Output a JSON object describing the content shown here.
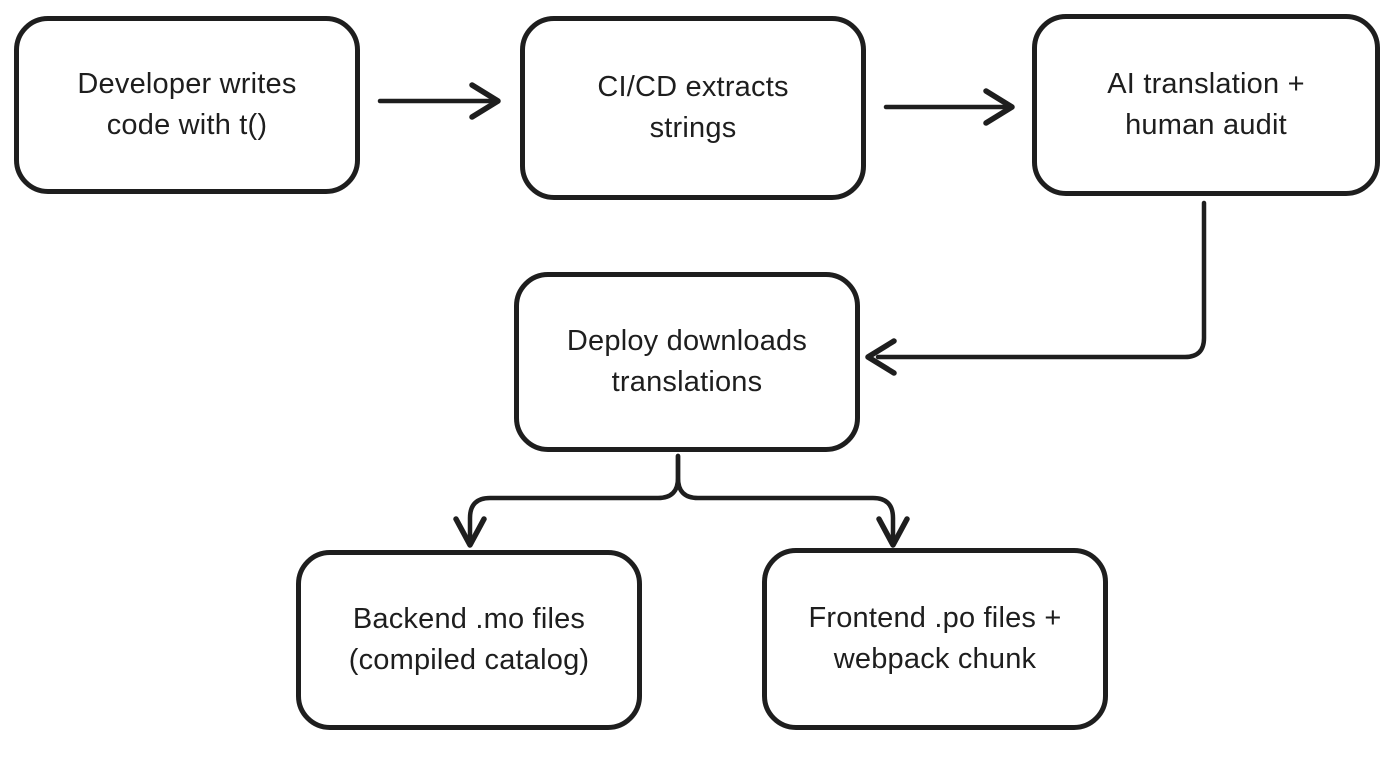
{
  "canvas": {
    "background_color": "#ffffff",
    "stroke_color": "#1e1e1e"
  },
  "diagram": {
    "nodes": [
      {
        "id": "developer-writes-code",
        "lines": [
          "Developer writes",
          "code with t()"
        ]
      },
      {
        "id": "cicd-extracts-strings",
        "lines": [
          "CI/CD extracts",
          "strings"
        ]
      },
      {
        "id": "ai-translation-human-audit",
        "lines": [
          "AI translation +",
          "human audit"
        ]
      },
      {
        "id": "deploy-downloads-translations",
        "lines": [
          "Deploy downloads",
          "translations"
        ]
      },
      {
        "id": "backend-mo-files",
        "lines": [
          "Backend .mo files",
          "(compiled catalog)"
        ]
      },
      {
        "id": "frontend-po-files",
        "lines": [
          "Frontend .po files +",
          "webpack chunk"
        ]
      }
    ],
    "edges": [
      {
        "from": "developer-writes-code",
        "to": "cicd-extracts-strings"
      },
      {
        "from": "cicd-extracts-strings",
        "to": "ai-translation-human-audit"
      },
      {
        "from": "ai-translation-human-audit",
        "to": "deploy-downloads-translations"
      },
      {
        "from": "deploy-downloads-translations",
        "to": "backend-mo-files"
      },
      {
        "from": "deploy-downloads-translations",
        "to": "frontend-po-files"
      }
    ]
  }
}
